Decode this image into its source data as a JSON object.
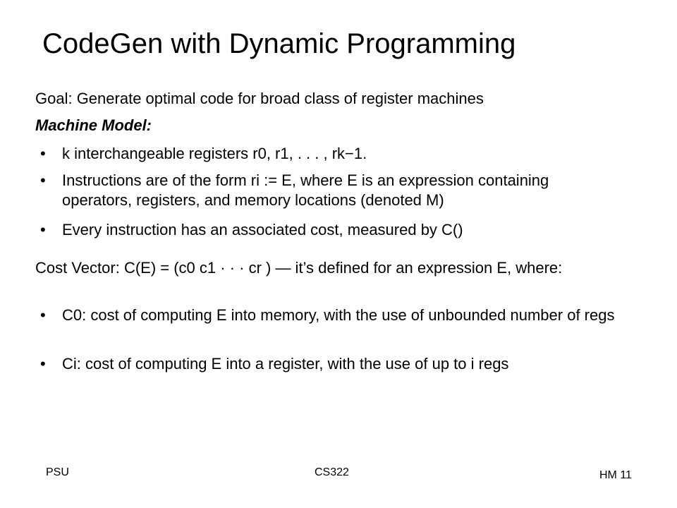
{
  "slide": {
    "title": "CodeGen with Dynamic Programming",
    "goal": "Goal: Generate optimal code for broad class of register machines",
    "machine_model_heading": "Machine Model:",
    "machine_model_bullets": [
      "k interchangeable registers r0, r1, . . . , rk−1.",
      "Instructions are of the form ri := E, where E is an expression containing operators, registers, and memory locations (denoted M)",
      "Every instruction has an associated cost, measured by C()"
    ],
    "cost_vector": "Cost Vector: C(E) = (c0 c1 · · · cr ) — it’s defined for an expression E, where:",
    "cost_bullets": [
      "C0: cost of computing E into memory, with the use of unbounded number of regs",
      "Ci: cost of computing E into a register, with the use of up to i regs"
    ],
    "bullet_glyph": "•"
  },
  "footer": {
    "left": "PSU",
    "center": "CS322",
    "right": "HM 11"
  }
}
